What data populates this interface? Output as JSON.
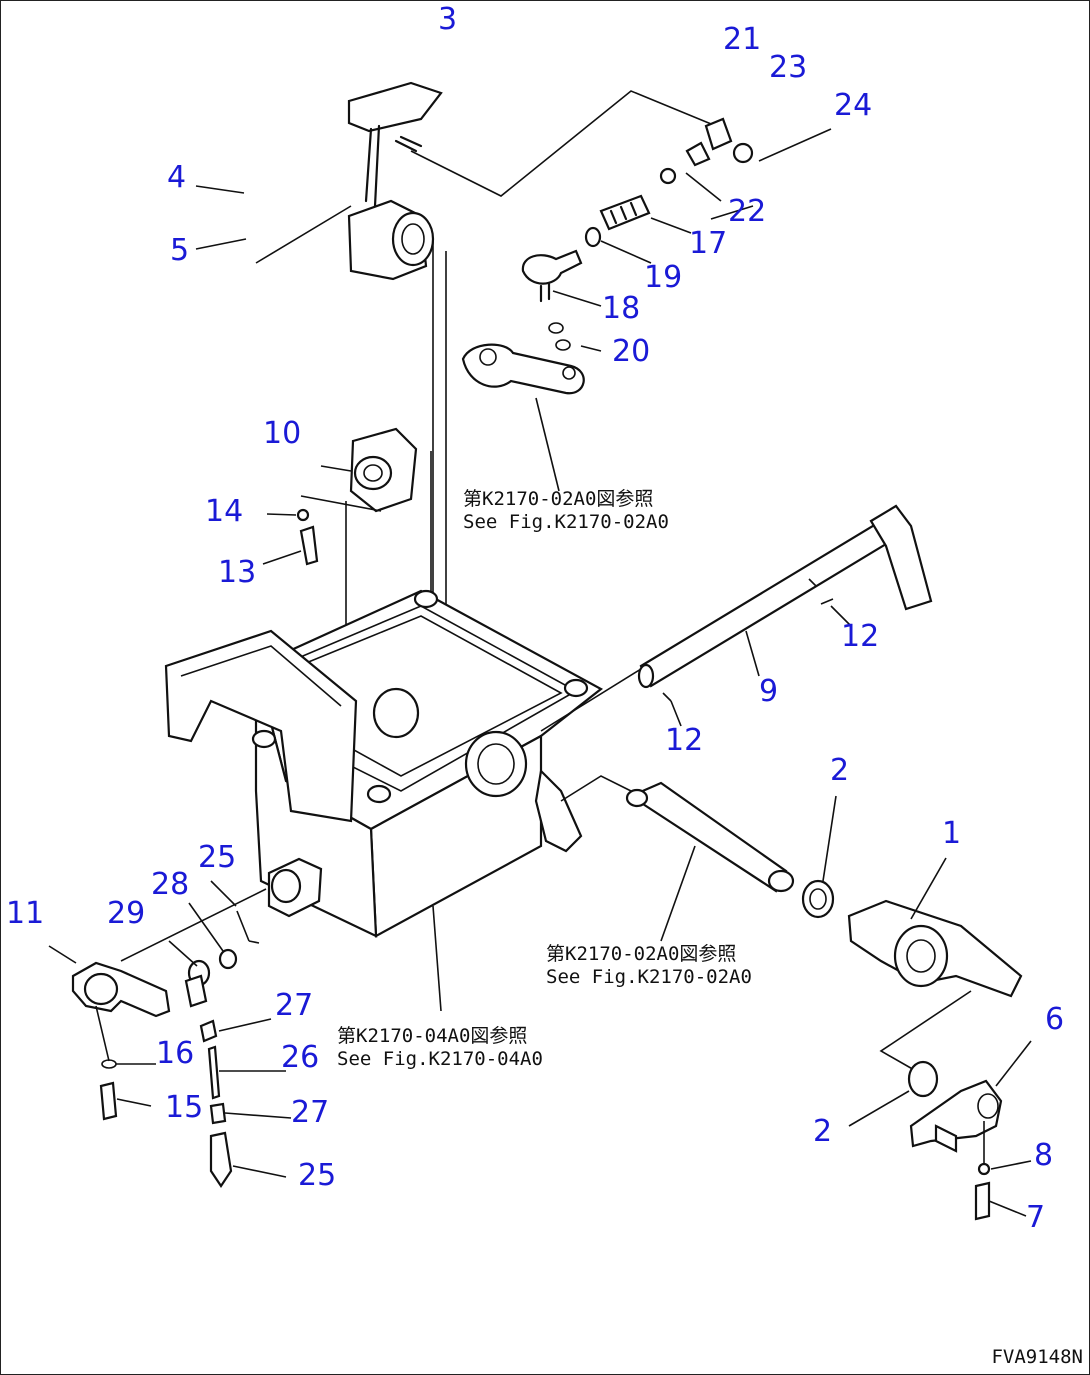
{
  "diagram": {
    "figure_code": "FVA9148N",
    "references": [
      {
        "line1": "第K2170-02A0図参照",
        "line2": "See Fig.K2170-02A0"
      },
      {
        "line1": "第K2170-02A0図参照",
        "line2": "See Fig.K2170-02A0"
      },
      {
        "line1": "第K2170-04A0図参照",
        "line2": "See Fig.K2170-04A0"
      }
    ],
    "callouts": [
      "3",
      "21",
      "23",
      "24",
      "4",
      "5",
      "22",
      "17",
      "19",
      "18",
      "20",
      "10",
      "14",
      "13",
      "12",
      "9",
      "12",
      "2",
      "1",
      "25",
      "28",
      "11",
      "29",
      "27",
      "16",
      "26",
      "15",
      "27",
      "25",
      "6",
      "2",
      "8",
      "7"
    ]
  },
  "colors": {
    "callout": "#1a1ad6",
    "line": "#111111",
    "background": "#ffffff"
  }
}
